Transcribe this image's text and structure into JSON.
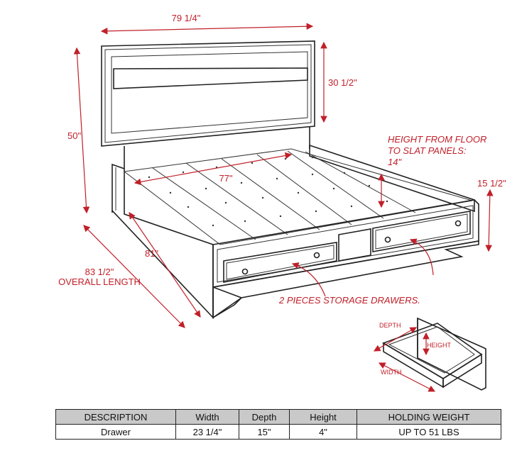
{
  "dimensions": {
    "headboard_width": "79  1/4\"",
    "headboard_panel_height": "30 1/2\"",
    "overall_height": "50\"",
    "rail_length": "81\"",
    "overall_length_value": "83  1/2\"",
    "overall_length_label": "OVERALL LENGTH",
    "slat_width": "77\"",
    "footboard_height": "15 1/2\""
  },
  "annotations": {
    "slat_height_line1": "HEIGHT FROM FLOOR",
    "slat_height_line2": "TO SLAT PANELS:",
    "slat_height_value": "14\"",
    "drawers_note": "2 PIECES STORAGE DRAWERS."
  },
  "drawer_inset": {
    "depth_label": "DEPTH",
    "height_label": "HEIGHT",
    "width_label": "WIDTH"
  },
  "table": {
    "headers": [
      "DESCRIPTION",
      "Width",
      "Depth",
      "Height",
      "HOLDING WEIGHT"
    ],
    "rows": [
      [
        "Drawer",
        "23  1/4\"",
        "15\"",
        "4\"",
        "UP TO 51 LBS"
      ]
    ]
  },
  "colors": {
    "dimension_red": "#c0202a",
    "line_black": "#222222",
    "table_header_gray": "#c9c9c9"
  }
}
